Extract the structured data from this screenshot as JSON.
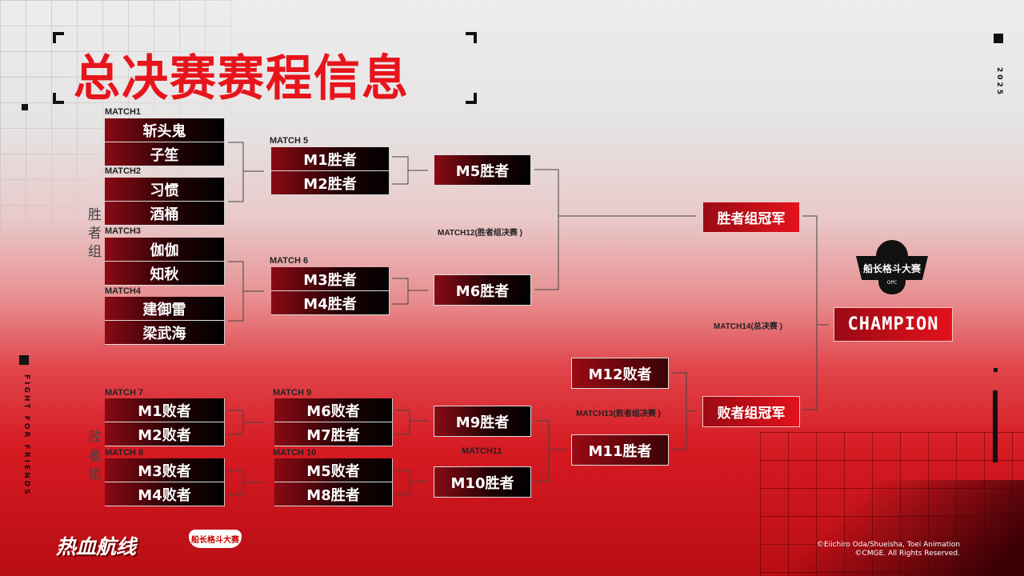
{
  "title": "总决赛赛程信息",
  "side_text": "FIGHT FOR FRIENDS",
  "year": "2025",
  "groups": {
    "winners": "胜者组",
    "losers": "败者组"
  },
  "matches": {
    "m1": {
      "label": "MATCH1",
      "a": "斩头鬼",
      "b": "子笙"
    },
    "m2": {
      "label": "MATCH2",
      "a": "习惯",
      "b": "酒桶"
    },
    "m3": {
      "label": "MATCH3",
      "a": "伽伽",
      "b": "知秋"
    },
    "m4": {
      "label": "MATCH4",
      "a": "建御雷",
      "b": "梁武海"
    },
    "m5": {
      "label": "MATCH 5",
      "a": "M1胜者",
      "b": "M2胜者"
    },
    "m6": {
      "label": "MATCH 6",
      "a": "M3胜者",
      "b": "M4胜者"
    },
    "m12": {
      "label": "MATCH12(胜者组决赛 )",
      "a": "M5胜者",
      "b": "M6胜者"
    },
    "m7": {
      "label": "MATCH 7",
      "a": "M1败者",
      "b": "M2败者"
    },
    "m8": {
      "label": "MATCH 8",
      "a": "M3败者",
      "b": "M4败者"
    },
    "m9": {
      "label": "MATCH 9",
      "a": "M6败者",
      "b": "M7胜者"
    },
    "m10": {
      "label": "MATCH 10",
      "a": "M5败者",
      "b": "M8胜者"
    },
    "m11": {
      "label": "MATCH11",
      "a": "M9胜者",
      "b": "M10胜者"
    },
    "m13": {
      "label": "MATCH13(败者组决赛 )",
      "a": "M12败者",
      "b": "M11胜者"
    },
    "m14": {
      "label": "MATCH14(总决赛 )",
      "a": "胜者组冠军",
      "b": "败者组冠军"
    }
  },
  "champion": "CHAMPION",
  "logos": {
    "event": "船长格斗大赛",
    "event_sub": "OPC",
    "game": "热血航线"
  },
  "copyright": [
    "©Eiichiro Oda/Shueisha, Toei Animation",
    "©CMGE. All Rights Reserved."
  ]
}
